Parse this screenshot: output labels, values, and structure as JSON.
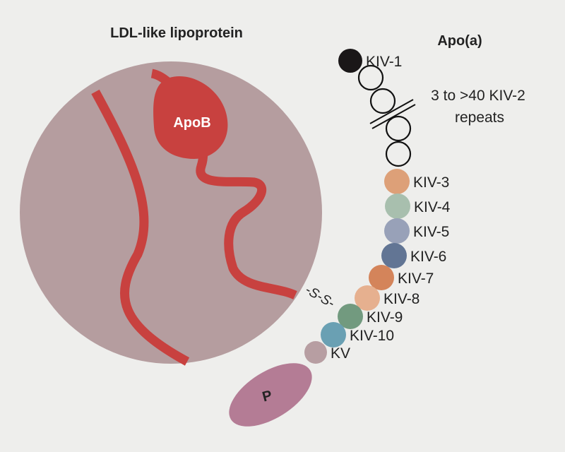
{
  "titles": {
    "ldl": "LDL-like lipoprotein",
    "apoa": "Apo(a)"
  },
  "apob_label": "ApoB",
  "protease_label": "P",
  "disulfide_label": "-S-S-",
  "kiv2_note": [
    "3 to >40 KIV-2",
    "repeats"
  ],
  "domains": [
    {
      "label": "KIV-1",
      "color": "#1a1718"
    },
    {
      "label": "KIV-3",
      "color": "#dda078"
    },
    {
      "label": "KIV-4",
      "color": "#a8bfae"
    },
    {
      "label": "KIV-5",
      "color": "#98a1b8"
    },
    {
      "label": "KIV-6",
      "color": "#627594"
    },
    {
      "label": "KIV-7",
      "color": "#d4845a"
    },
    {
      "label": "KIV-8",
      "color": "#e6b08f"
    },
    {
      "label": "KIV-9",
      "color": "#729a7f"
    },
    {
      "label": "KIV-10",
      "color": "#6aa0b3"
    },
    {
      "label": "KV",
      "color": "#b79ea2"
    }
  ],
  "colors": {
    "background": "#eeeeec",
    "particle": "#b59d9f",
    "apob": "#c8413f",
    "protease": "#b47c95"
  }
}
